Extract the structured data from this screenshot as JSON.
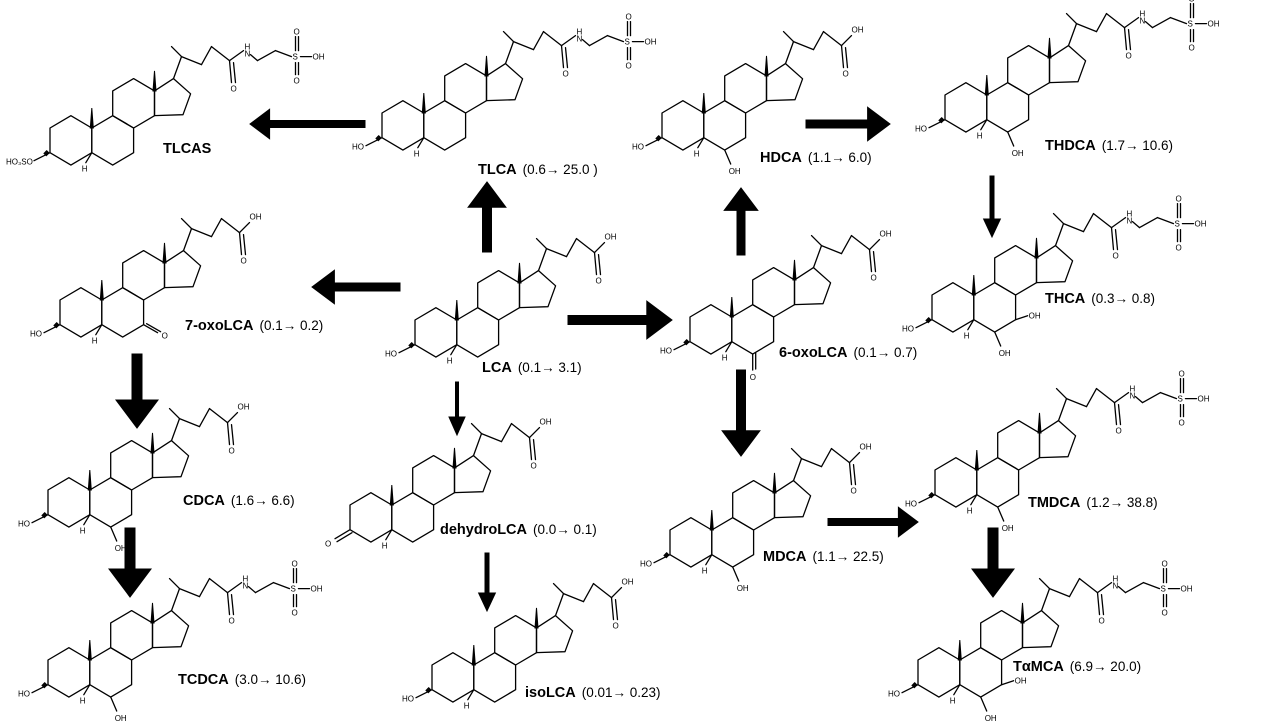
{
  "compounds": [
    {
      "id": "tlcas",
      "name": "TLCAS",
      "range": "",
      "hydroxy": "HO₃SO",
      "ring_h": "H",
      "side_chain": "taurine"
    },
    {
      "id": "tlca",
      "name": "TLCA",
      "range": "(0.6→ 25.0 )",
      "hydroxy": "HO",
      "ring_h": "H",
      "side_chain": "taurine"
    },
    {
      "id": "hdca",
      "name": "HDCA",
      "range": "(1.1→ 6.0)",
      "hydroxy": "HO",
      "ring_h": "H",
      "extra_oh": "OH",
      "side_chain": "acid"
    },
    {
      "id": "thdca",
      "name": "THDCA",
      "range": "(1.7→ 10.6)",
      "hydroxy": "HO",
      "ring_h": "H",
      "extra_oh": "OH",
      "side_chain": "taurine"
    },
    {
      "id": "oxo7",
      "name": "7-oxoLCA",
      "range": "(0.1→ 0.2)",
      "hydroxy": "HO",
      "ring_h": "H",
      "ketone": "O",
      "side_chain": "acid"
    },
    {
      "id": "lca",
      "name": "LCA",
      "range": "(0.1→ 3.1)",
      "hydroxy": "HO",
      "ring_h": "H",
      "side_chain": "acid"
    },
    {
      "id": "oxo6",
      "name": "6-oxoLCA",
      "range": "(0.1→ 0.7)",
      "hydroxy": "HO",
      "ring_h": "H",
      "ketone": "O",
      "side_chain": "acid"
    },
    {
      "id": "thca",
      "name": "THCA",
      "range": "(0.3→ 0.8)",
      "hydroxy": "HO",
      "ring_h": "H",
      "extra_oh": "OH",
      "extra_oh2": "OH",
      "side_chain": "taurine"
    },
    {
      "id": "cdca",
      "name": "CDCA",
      "range": "(1.6→ 6.6)",
      "hydroxy": "HO",
      "ring_h": "H",
      "extra_oh": "OH",
      "side_chain": "acid"
    },
    {
      "id": "dehydro",
      "name": "dehydroLCA",
      "range": "(0.0→ 0.1)",
      "ketone": "O",
      "ring_h": "H",
      "side_chain": "acid"
    },
    {
      "id": "mdca",
      "name": "MDCA",
      "range": "(1.1→ 22.5)",
      "hydroxy": "HO",
      "ring_h": "H",
      "extra_oh": "OH",
      "side_chain": "acid"
    },
    {
      "id": "tmdca",
      "name": "TMDCA",
      "range": "(1.2→ 38.8)",
      "hydroxy": "HO",
      "ring_h": "H",
      "extra_oh": "OH",
      "side_chain": "taurine"
    },
    {
      "id": "tcdca",
      "name": "TCDCA",
      "range": "(3.0→ 10.6)",
      "hydroxy": "HO",
      "ring_h": "H",
      "extra_oh": "OH",
      "side_chain": "taurine"
    },
    {
      "id": "isolca",
      "name": "isoLCA",
      "range": "(0.01→ 0.23)",
      "hydroxy": "HO",
      "ring_h": "H",
      "side_chain": "acid"
    },
    {
      "id": "tamca",
      "name": "TαMCA",
      "range": "(6.9→ 20.0)",
      "hydroxy": "HO",
      "ring_h": "H",
      "extra_oh": "OH",
      "extra_oh2": "OH",
      "side_chain": "taurine"
    }
  ],
  "atom_labels": {
    "acid_oh": "OH",
    "acid_o": "O",
    "amide_o": "O",
    "nh": "H",
    "n": "N",
    "sulfonic_s": "S",
    "sulfonic_o": "O",
    "sulfonic_oh": "OH"
  },
  "arrows": [
    {
      "from": "tlca",
      "to": "tlcas"
    },
    {
      "from": "lca",
      "to": "tlca"
    },
    {
      "from": "lca",
      "to": "oxo7"
    },
    {
      "from": "lca",
      "to": "oxo6"
    },
    {
      "from": "lca",
      "to": "dehydro"
    },
    {
      "from": "oxo6",
      "to": "hdca"
    },
    {
      "from": "hdca",
      "to": "thdca"
    },
    {
      "from": "thdca",
      "to": "thca"
    },
    {
      "from": "oxo6",
      "to": "mdca"
    },
    {
      "from": "oxo7",
      "to": "cdca"
    },
    {
      "from": "cdca",
      "to": "tcdca"
    },
    {
      "from": "dehydro",
      "to": "isolca"
    },
    {
      "from": "mdca",
      "to": "tmdca"
    },
    {
      "from": "tmdca",
      "to": "tamca"
    }
  ]
}
